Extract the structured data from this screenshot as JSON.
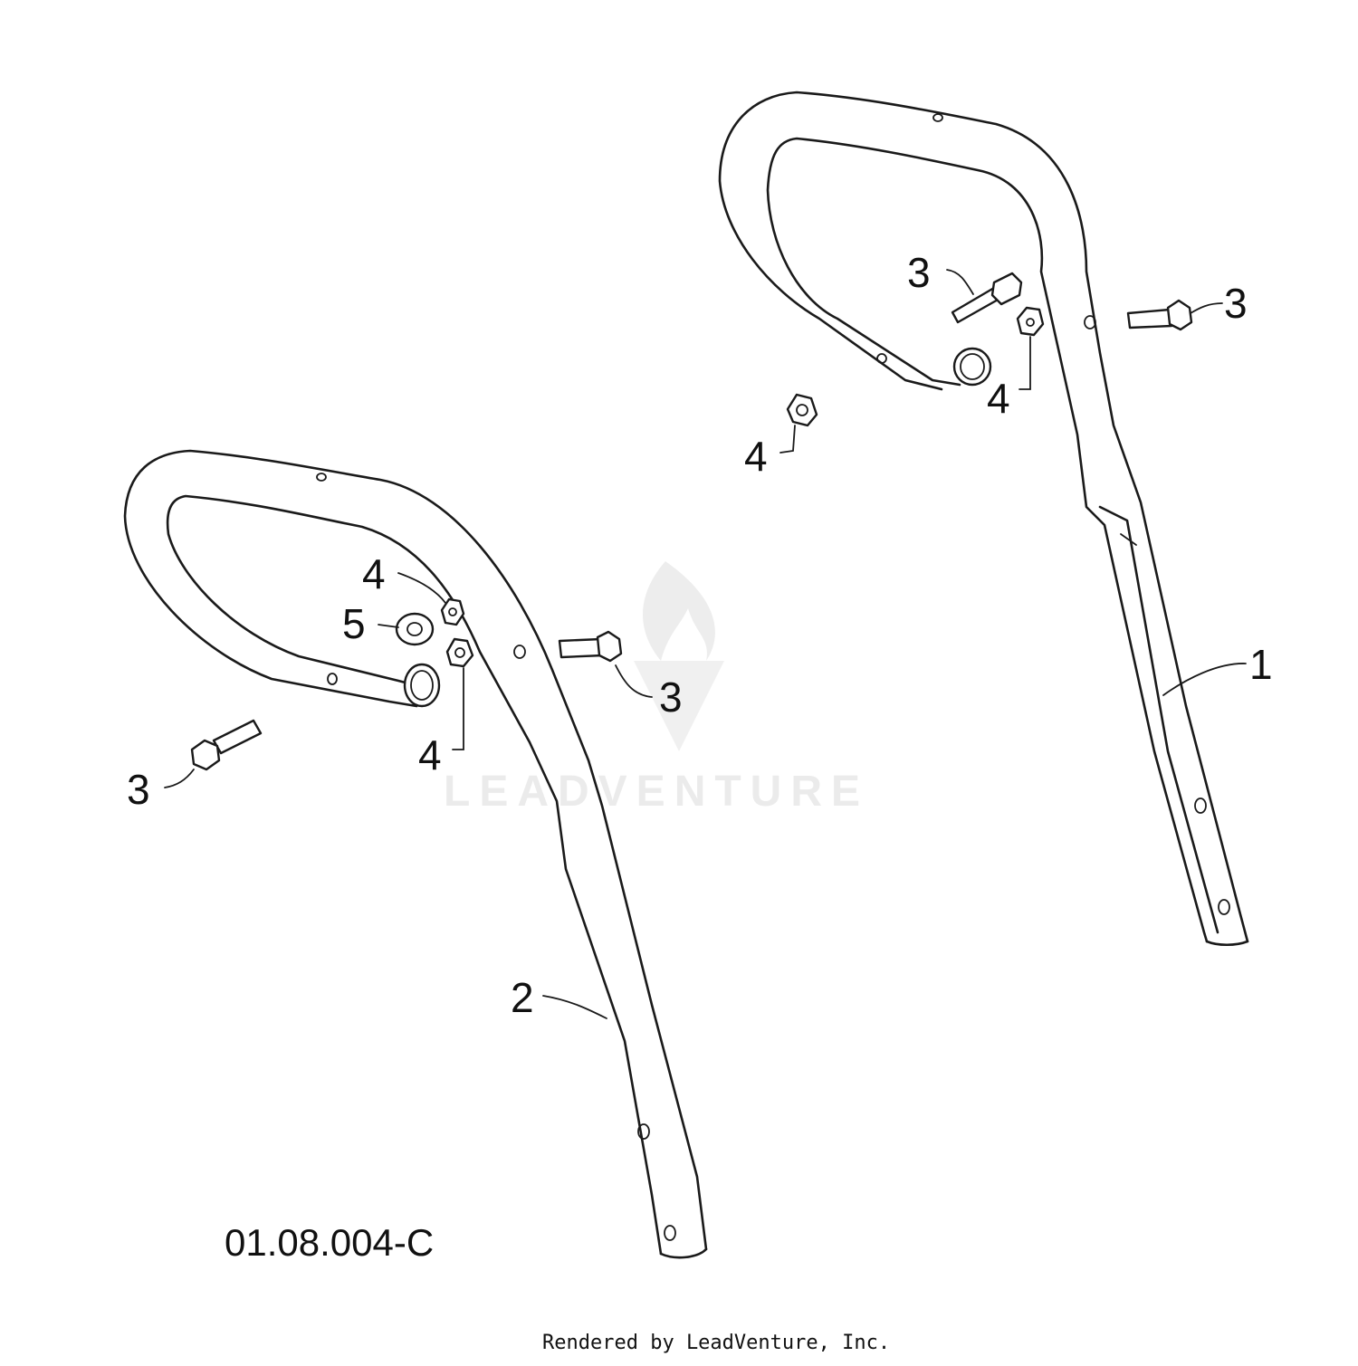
{
  "diagram": {
    "callouts": {
      "handle_1": "1",
      "handle_2": "2",
      "bolt": "3",
      "nut": "4",
      "washer": "5"
    },
    "reference_code": "01.08.004-C",
    "watermark_text": "LEADVENTURE",
    "footer_text": "Rendered by LeadVenture, Inc."
  },
  "colors": {
    "line": "#1a1a1a",
    "background": "#ffffff",
    "watermark": "#ebebeb"
  }
}
